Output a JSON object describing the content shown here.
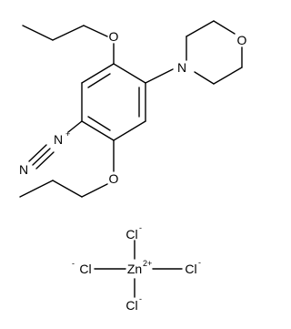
{
  "structure": {
    "morpholine": {
      "O": "O",
      "N": "N"
    },
    "ether_top": {
      "O": "O"
    },
    "ether_bottom": {
      "O": "O"
    },
    "diazonium": {
      "N": "N",
      "charge": "+"
    },
    "zinc": {
      "symbol": "Zn",
      "charge": "2+"
    },
    "chlorides": {
      "top": {
        "symbol": "Cl",
        "charge": "-"
      },
      "left": {
        "symbol": "Cl",
        "charge": "-"
      },
      "right": {
        "symbol": "Cl",
        "charge": "-"
      },
      "bottom": {
        "symbol": "Cl",
        "charge": "-"
      }
    }
  }
}
